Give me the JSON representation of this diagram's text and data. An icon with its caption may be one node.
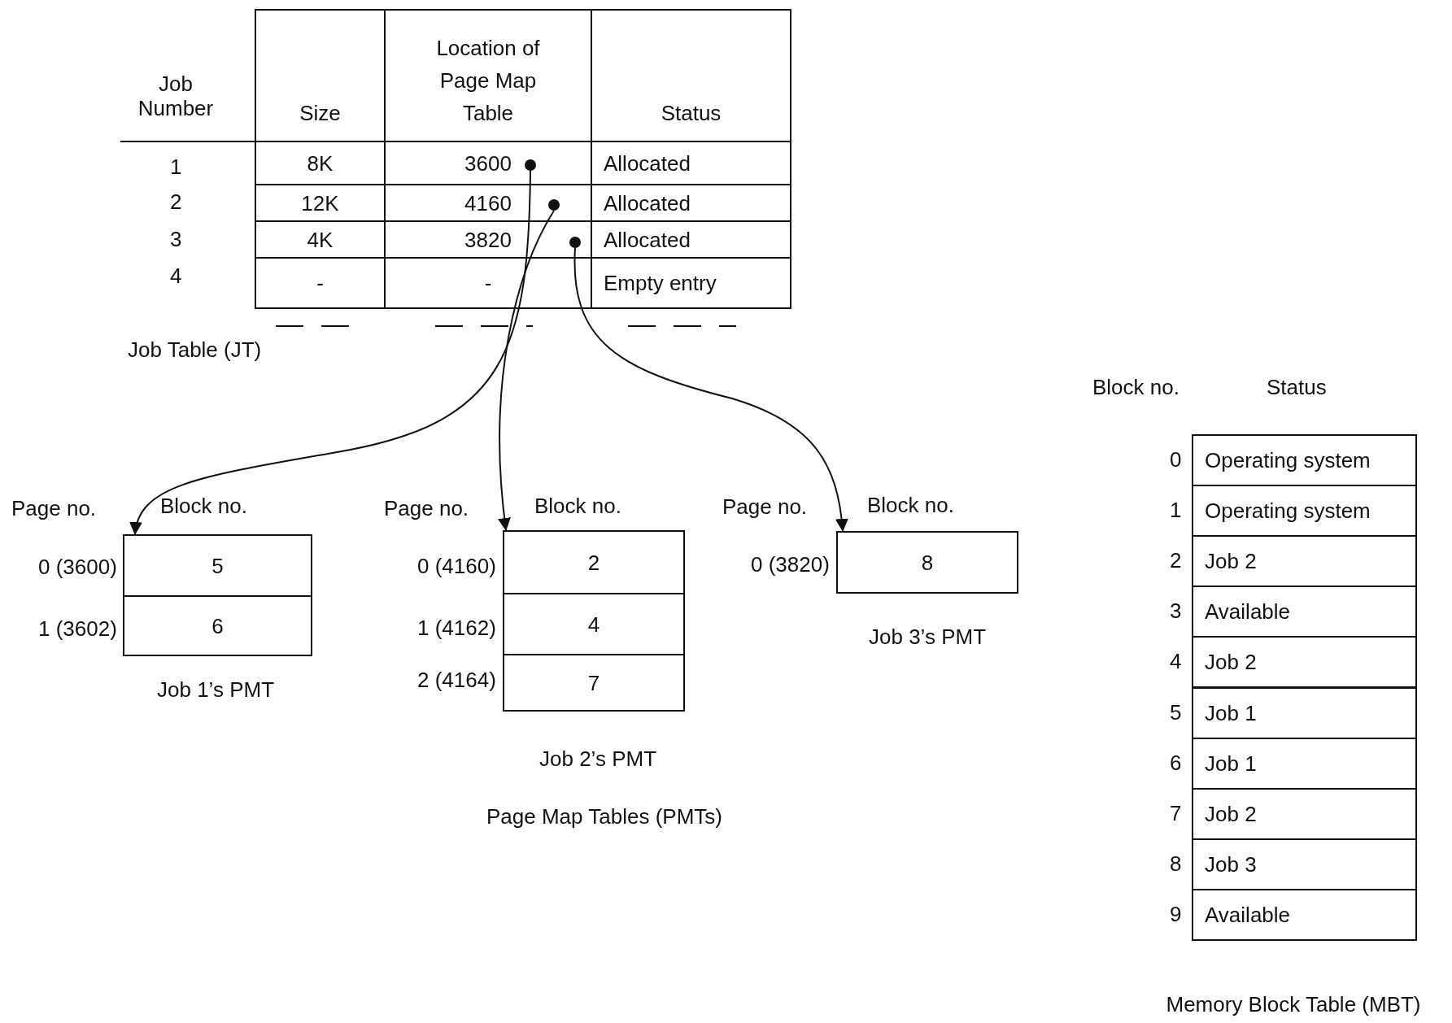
{
  "diagram": {
    "nodes": [
      {
        "text": [],
        "shape": "circle"
      },
      {
        "text": [],
        "shape": "circle"
      },
      {
        "text": [],
        "shape": "circle"
      },
      {
        "text": [
          "5"
        ]
      },
      {
        "text": [
          "6"
        ]
      },
      {
        "text": [
          "2"
        ]
      },
      {
        "text": [
          "4"
        ]
      },
      {
        "text": [
          "7"
        ]
      },
      {
        "text": [
          "8"
        ]
      },
      {
        "text": [
          "Operating system"
        ]
      },
      {
        "text": [
          "Operating system"
        ]
      },
      {
        "text": [
          "Job 2"
        ]
      },
      {
        "text": [
          "Available"
        ]
      },
      {
        "text": [
          "Job 2"
        ]
      },
      {
        "text": [
          "Job 1"
        ]
      },
      {
        "text": [
          "Job 1"
        ]
      },
      {
        "text": [
          "Job 2"
        ]
      },
      {
        "text": [
          "Job 3"
        ]
      },
      {
        "text": [
          "Available"
        ]
      }
    ],
    "edges": [
      {
        "from": 0,
        "to": 3,
        "arrow": "to"
      },
      {
        "from": 1,
        "to": 5,
        "arrow": "to"
      },
      {
        "from": 2,
        "to": 8,
        "arrow": "to"
      }
    ],
    "labels": [
      "Job Number",
      "Size",
      "Location of Page Map Table",
      "Status",
      "1",
      "8K",
      "3600",
      "Allocated",
      "2",
      "12K",
      "4160",
      "Allocated",
      "3",
      "4K",
      "3820",
      "Allocated",
      "4",
      "-",
      "-",
      "Empty entry",
      "Job Table (JT)",
      "Page no.",
      "Block no.",
      "Page no.",
      "Block no.",
      "Page no.",
      "Block no.",
      "0 (3600)",
      "0 (4160)",
      "0 (3820)",
      "1 (3602)",
      "1 (4162)",
      "Job 3’s PMT",
      "Job 1’s PMT",
      "2 (4164)",
      "Job 2’s PMT",
      "Page Map Tables (PMTs)",
      "Block no.",
      "Status",
      "0",
      "1",
      "2",
      "3",
      "4",
      "5",
      "6",
      "7",
      "8",
      "9",
      "Memory Block Table (MBT)"
    ]
  }
}
